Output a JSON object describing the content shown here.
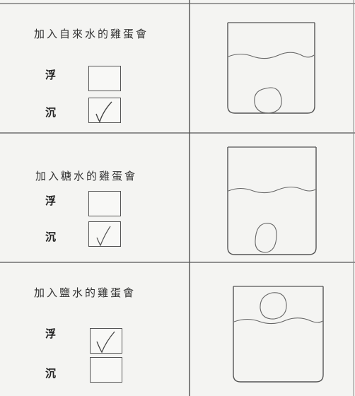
{
  "experiment": {
    "rows": [
      {
        "heading": "加入自來水的雞蛋會",
        "options": [
          {
            "label": "浮",
            "checked": false
          },
          {
            "label": "沉",
            "checked": true
          }
        ],
        "egg_state": "sink"
      },
      {
        "heading": "加入糖水的雞蛋會",
        "options": [
          {
            "label": "浮",
            "checked": false
          },
          {
            "label": "沉",
            "checked": true
          }
        ],
        "egg_state": "sink"
      },
      {
        "heading": "加入鹽水的雞蛋會",
        "options": [
          {
            "label": "浮",
            "checked": true
          },
          {
            "label": "沉",
            "checked": false
          }
        ],
        "egg_state": "float"
      }
    ]
  }
}
